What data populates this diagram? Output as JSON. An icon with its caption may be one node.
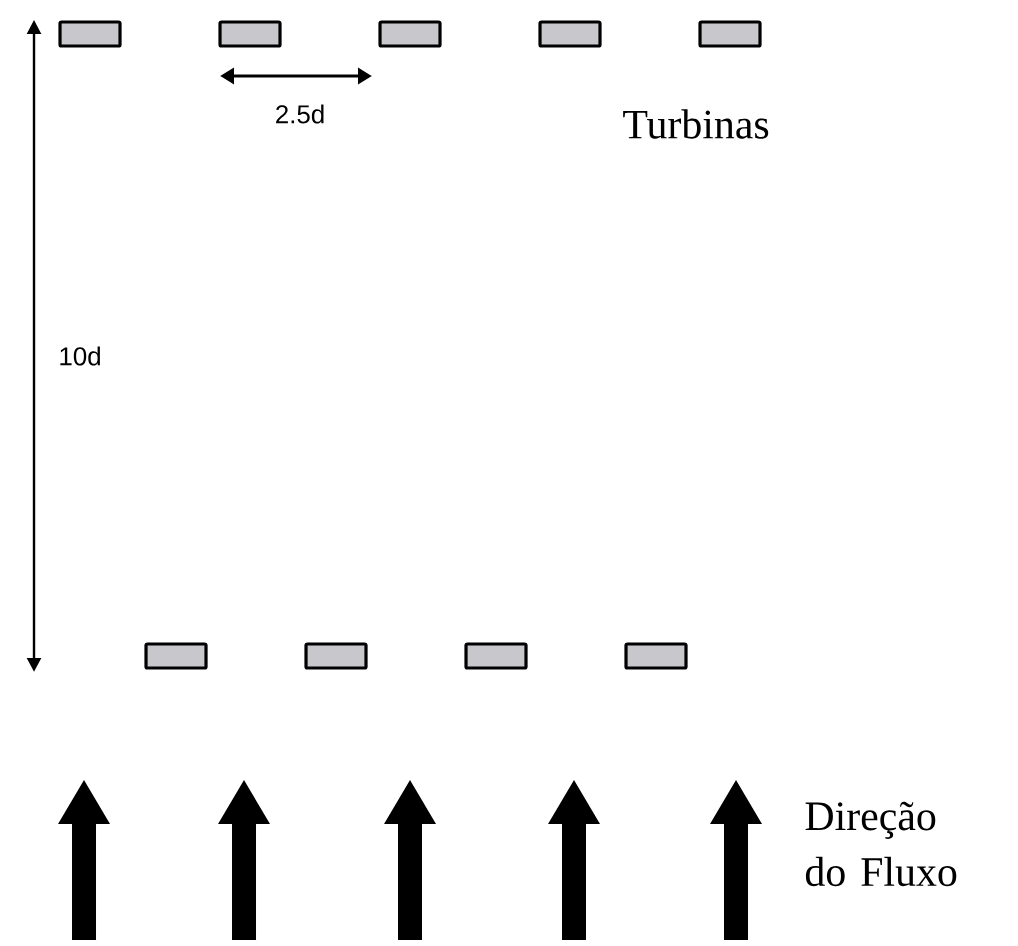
{
  "diagram": {
    "nodes": [
      {
        "text": [],
        "shape": "box"
      },
      {
        "text": [],
        "shape": "box"
      },
      {
        "text": [],
        "shape": "box"
      },
      {
        "text": [],
        "shape": "box"
      },
      {
        "text": [],
        "shape": "box"
      },
      {
        "text": [],
        "shape": "box"
      },
      {
        "text": [],
        "shape": "box"
      },
      {
        "text": [],
        "shape": "box"
      },
      {
        "text": [],
        "shape": "box"
      }
    ],
    "labels": [
      "2.5d",
      "Turbinas",
      "10d",
      "Direção do Fluxo"
    ]
  }
}
